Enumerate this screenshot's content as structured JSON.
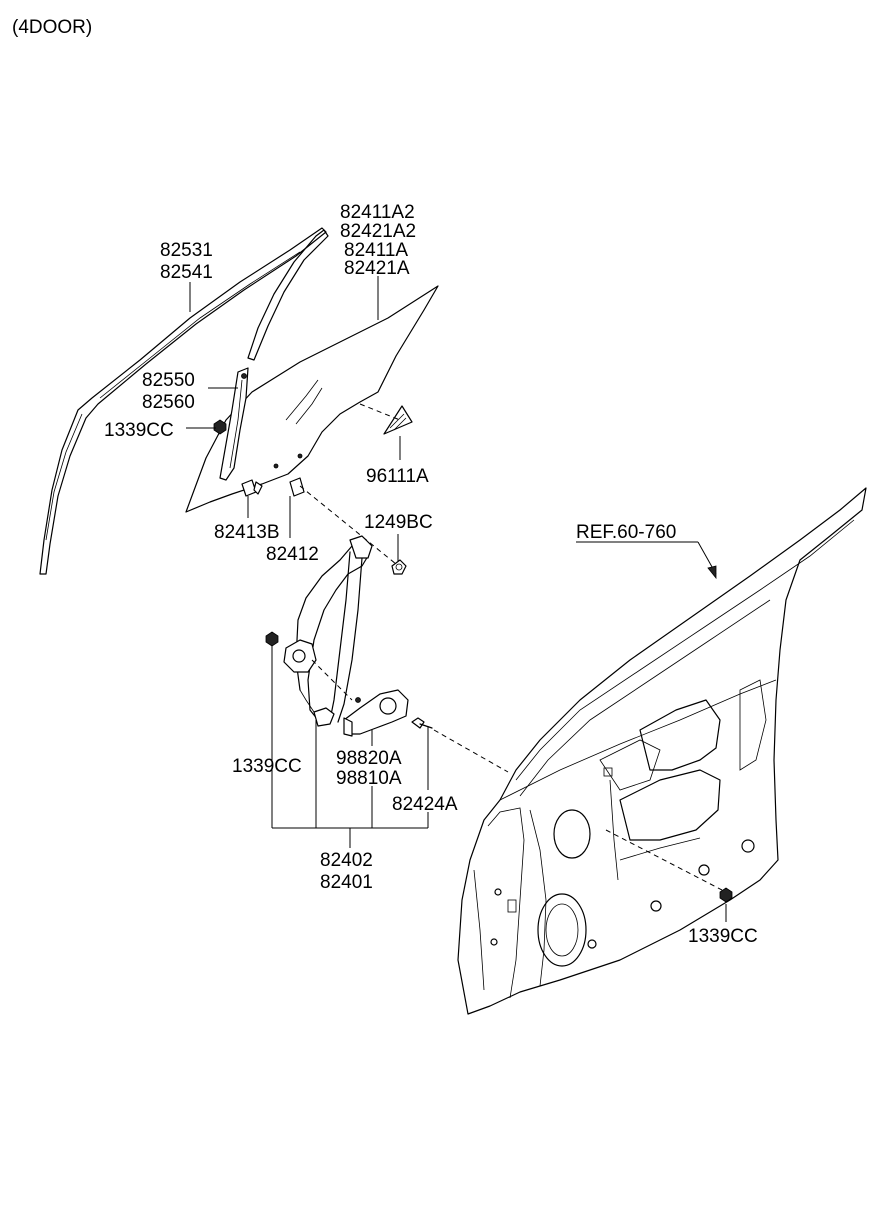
{
  "header": {
    "variant": "(4DOOR)"
  },
  "labels": {
    "moulding": [
      "82531",
      "82541"
    ],
    "glass": [
      "82411A2",
      "82421A2",
      "82411A",
      "82421A"
    ],
    "channel": [
      "82550",
      "82560"
    ],
    "nut_upper": "1339CC",
    "sticker": "96111A",
    "clip_a": "82413B",
    "clip_b": "82412",
    "bolt": "1249BC",
    "ref": "REF.60-760",
    "nut_left": "1339CC",
    "motor": [
      "98820A",
      "98810A"
    ],
    "bolt_b": "82424A",
    "regulator": [
      "82402",
      "82401"
    ],
    "nut_right": "1339CC"
  }
}
